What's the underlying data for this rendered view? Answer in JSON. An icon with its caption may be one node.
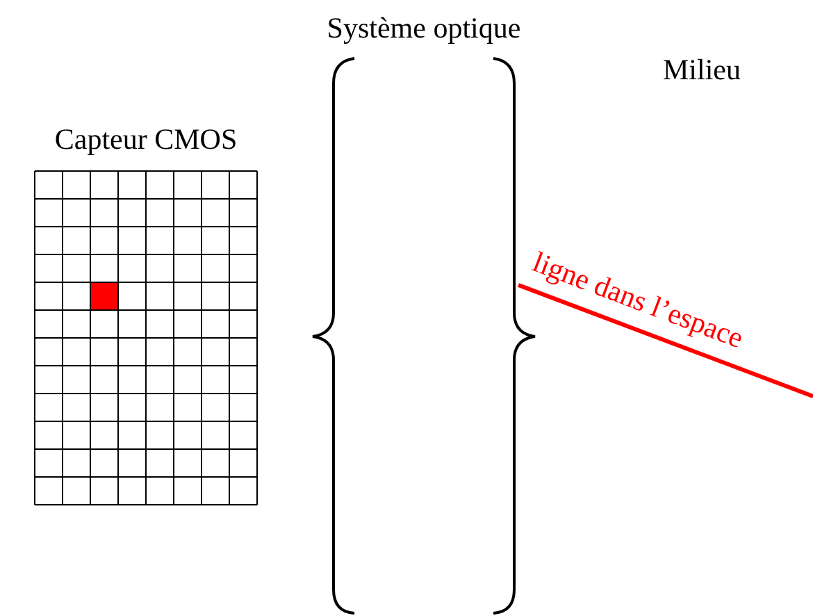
{
  "diagram": {
    "labels": [
      "Système optique",
      "Milieu",
      "Capteur CMOS",
      "ligne dans l’espace"
    ]
  }
}
